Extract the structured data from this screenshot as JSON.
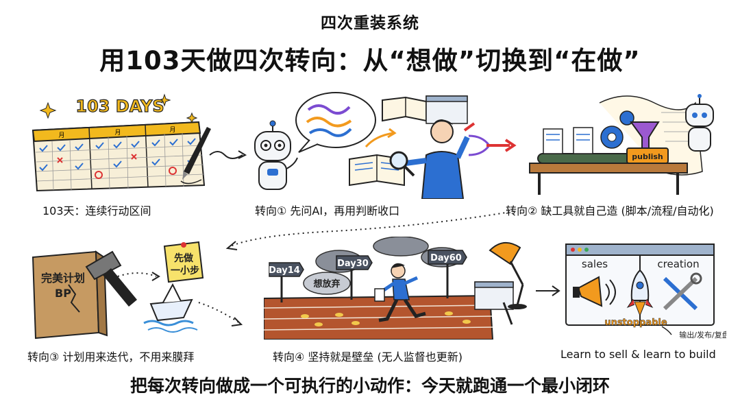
{
  "header": {
    "subtitle": "四次重装系统",
    "title": "用103天做四次转向：从“想做”切换到“在做”"
  },
  "panels": {
    "days": {
      "banner": "103 DAYS",
      "month_label": "月",
      "caption": "103天：连续行动区间"
    },
    "turn1": {
      "caption": "转向① 先问AI，再用判断收口"
    },
    "turn2": {
      "publish": "publish",
      "caption": "转向② 缺工具就自己造 (脚本/流程/自动化)"
    },
    "turn3": {
      "book_line1": "完美计划",
      "book_line2": "BP",
      "note_line1": "先做",
      "note_line2": "一小步",
      "caption": "转向③ 计划用来迭代，不用来膜拜"
    },
    "turn4": {
      "signs": [
        "Day14",
        "Day30",
        "Day60"
      ],
      "cloud": "想放弃",
      "caption": "转向④ 坚持就是壁垒 (无人监督也更新)"
    },
    "final": {
      "sales": "sales",
      "creation": "creation",
      "unstoppable": "unstoppable",
      "output": "输出/发布/复盘",
      "caption": "Learn to sell & learn to build"
    }
  },
  "footer": {
    "summary": "把每次转向做成一个可执行的小动作：今天就跑通一个最小闭环"
  }
}
